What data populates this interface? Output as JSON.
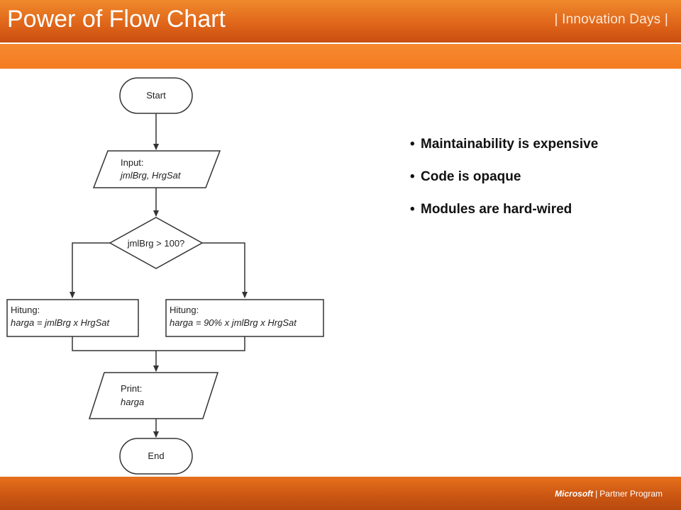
{
  "header": {
    "title": "Power of Flow Chart",
    "brand": "| Innovation Days |"
  },
  "flowchart": {
    "start": "Start",
    "input_label": "Input:",
    "input_vars": "jmlBrg, HrgSat",
    "decision": "jmlBrg > 100?",
    "calc_left_label": "Hitung:",
    "calc_left_expr": "harga = jmlBrg x HrgSat",
    "calc_right_label": "Hitung:",
    "calc_right_expr": "harga = 90% x jmlBrg x HrgSat",
    "print_label": "Print:",
    "print_var": "harga",
    "end": "End"
  },
  "bullets": [
    "Maintainability is expensive",
    "Code is opaque",
    "Modules are hard-wired"
  ],
  "footer": {
    "brand_ms": "Microsoft",
    "brand_program": "Partner Program"
  },
  "colors": {
    "accent_orange": "#f47b20",
    "dark_orange": "#c94e10",
    "stroke": "#333333"
  }
}
